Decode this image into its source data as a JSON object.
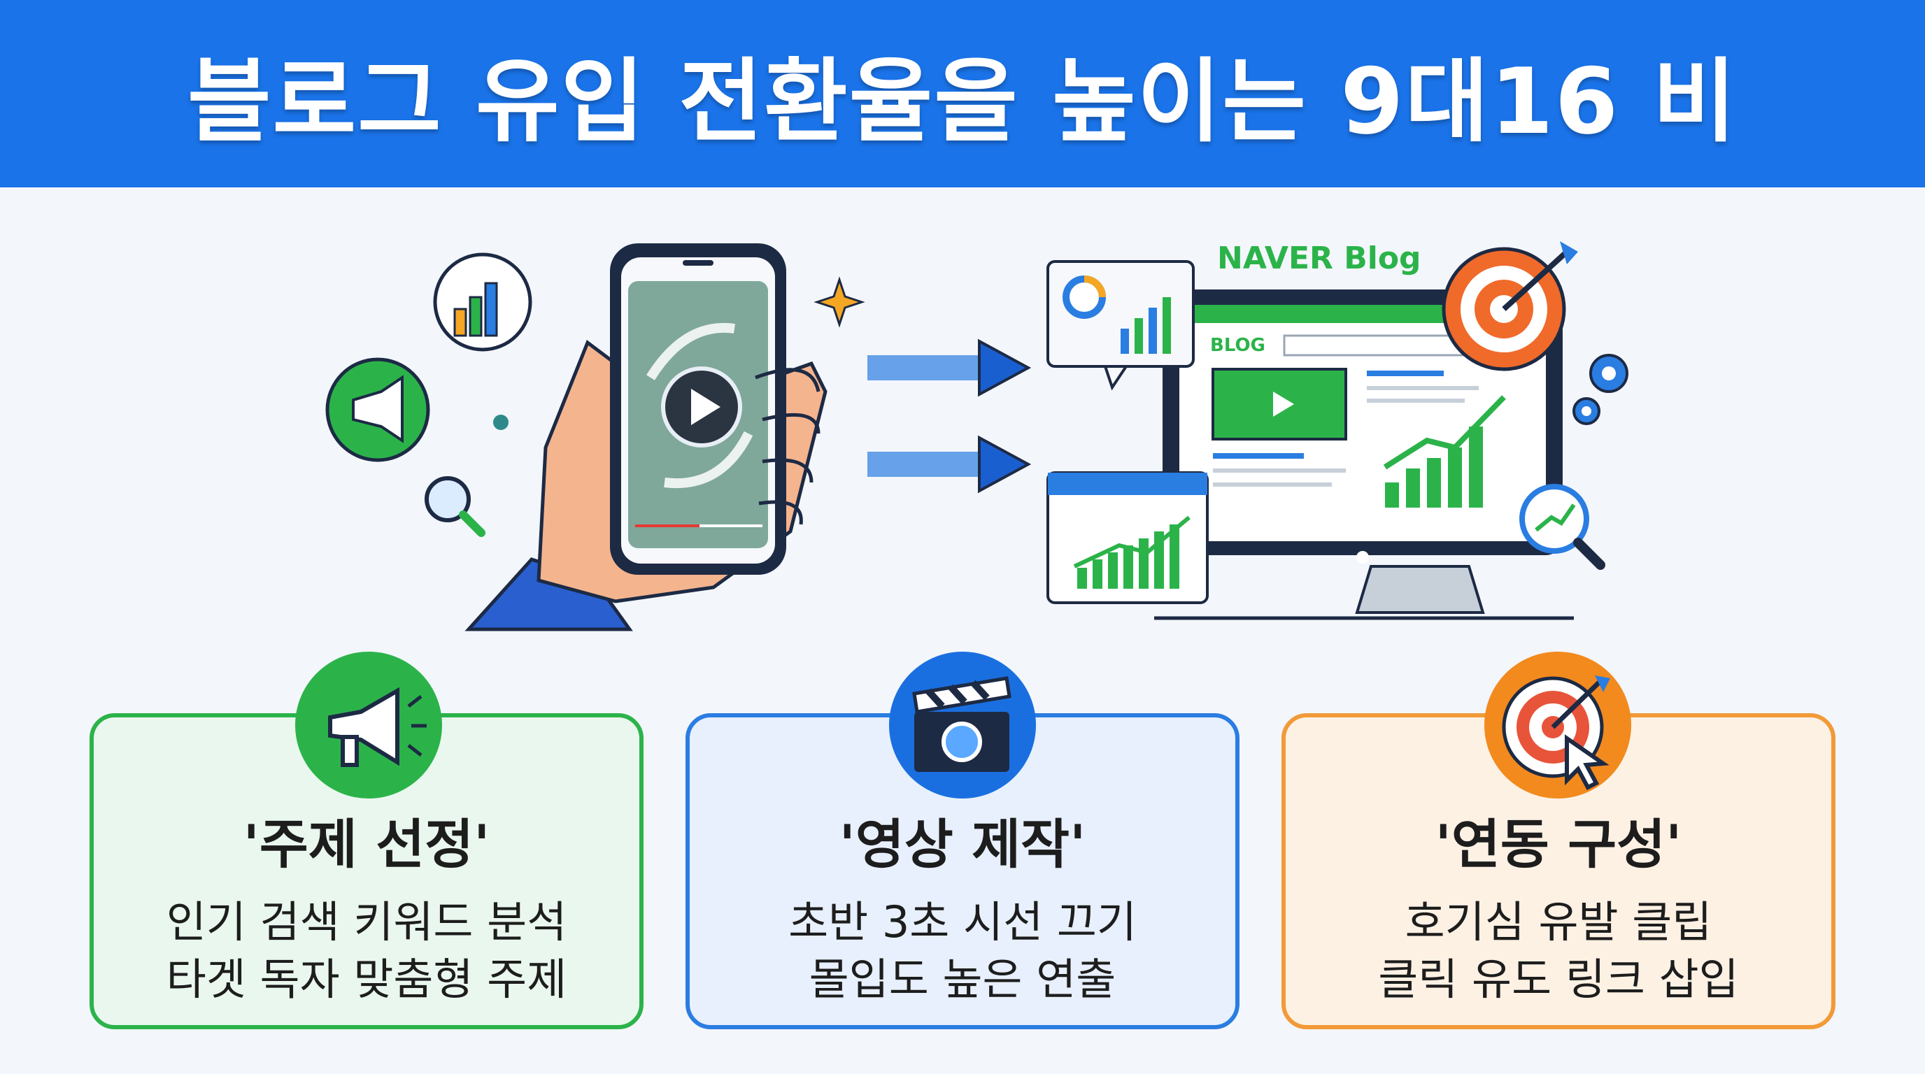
{
  "header": {
    "title": "블로그 유입 전환율을 높이는 9대16 비"
  },
  "illustration": {
    "blog_brand": "NAVER Blog",
    "browser_tag": "BLOG"
  },
  "cards": [
    {
      "title": "'주제 선정'",
      "lines": [
        "인기 검색 키워드 분석",
        "타겟 독자 맞춤형 주제"
      ],
      "icon": "megaphone-icon",
      "color": "#2bb34a"
    },
    {
      "title": "'영상 제작'",
      "lines": [
        "초반 3초 시선 끄기",
        "몰입도 높은 연출"
      ],
      "icon": "clapperboard-icon",
      "color": "#2a7de1"
    },
    {
      "title": "'연동 구성'",
      "lines": [
        "호기심 유발 클립",
        "클릭 유도 링크 삽입"
      ],
      "icon": "target-cursor-icon",
      "color": "#f29a38"
    }
  ]
}
